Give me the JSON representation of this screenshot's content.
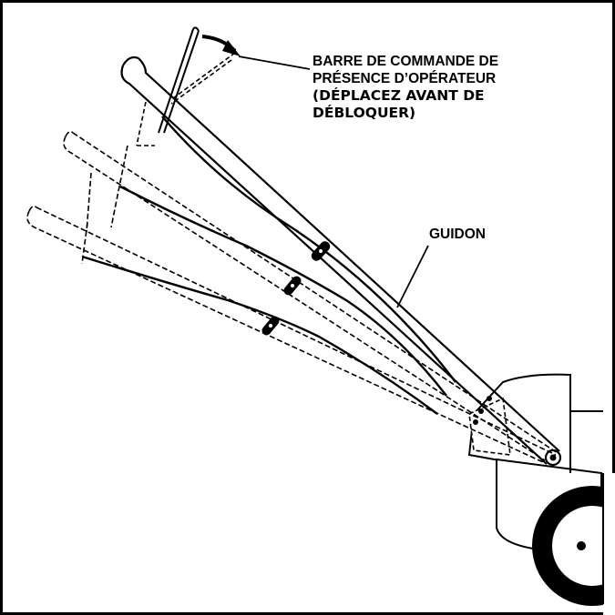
{
  "labels": {
    "bar_line1": "BARRE DE COMMANDE DE",
    "bar_line2": "PRÉSENCE D’OPÉRATEUR",
    "bar_line3": "(DÉPLACEZ AVANT DE",
    "bar_line4": "DÉBLOQUER)",
    "guidon": "GUIDON"
  },
  "colors": {
    "ink": "#000000",
    "paper": "#ffffff"
  }
}
